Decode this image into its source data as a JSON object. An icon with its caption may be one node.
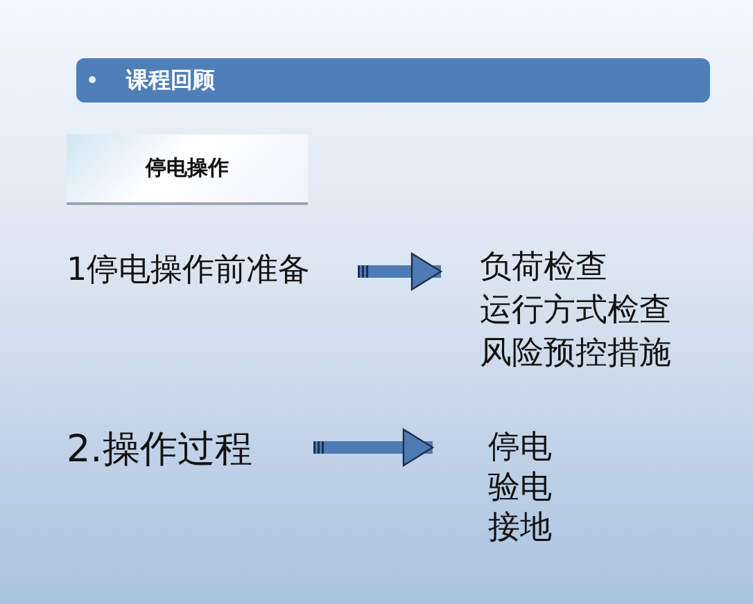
{
  "diagram": {
    "nodes": [
      {
        "text": [
          "课程回顾"
        ]
      },
      {
        "text": [
          "停电操作"
        ]
      },
      {
        "text": [
          "1停电操作前准备"
        ]
      },
      {
        "text": [
          "负荷检查",
          "运行方式检查",
          "风险预控措施"
        ]
      },
      {
        "text": [
          "2.操作过程"
        ]
      },
      {
        "text": [
          "停电",
          "验电",
          "接地"
        ]
      }
    ],
    "edges": [
      {
        "from": 2,
        "to": 3,
        "arrow": "to"
      },
      {
        "from": 4,
        "to": 5,
        "arrow": "to"
      }
    ]
  }
}
